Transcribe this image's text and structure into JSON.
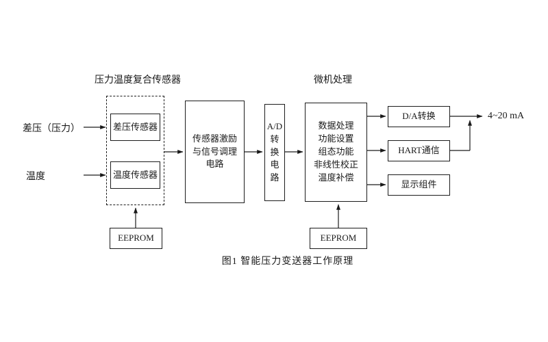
{
  "diagram": {
    "section_labels": {
      "sensor_group": "压力温度复合传感器",
      "mcu_group": "微机处理"
    },
    "inputs": {
      "dp": "差压（压力）",
      "temp": "温度"
    },
    "boxes": {
      "dp_sensor": "差压传感器",
      "temp_sensor": "温度传感器",
      "conditioning": {
        "lines": [
          "传感器激励",
          "与信号调理",
          "电路"
        ]
      },
      "ad": {
        "lines": [
          "A/D",
          "转",
          "换",
          "电",
          "路"
        ]
      },
      "mcu": {
        "lines": [
          "数据处理",
          "功能设置",
          "组态功能",
          "非线性校正",
          "温度补偿"
        ]
      },
      "da": "D/A转换",
      "hart": "HART通信",
      "display": "显示组件",
      "eeprom_sensor": "EEPROM",
      "eeprom_mcu": "EEPROM"
    },
    "outputs": {
      "current": "4~20 mA"
    },
    "caption": "图1 智能压力变送器工作原理",
    "colors": {
      "line": "#1a1a1a",
      "background": "#ffffff"
    }
  }
}
